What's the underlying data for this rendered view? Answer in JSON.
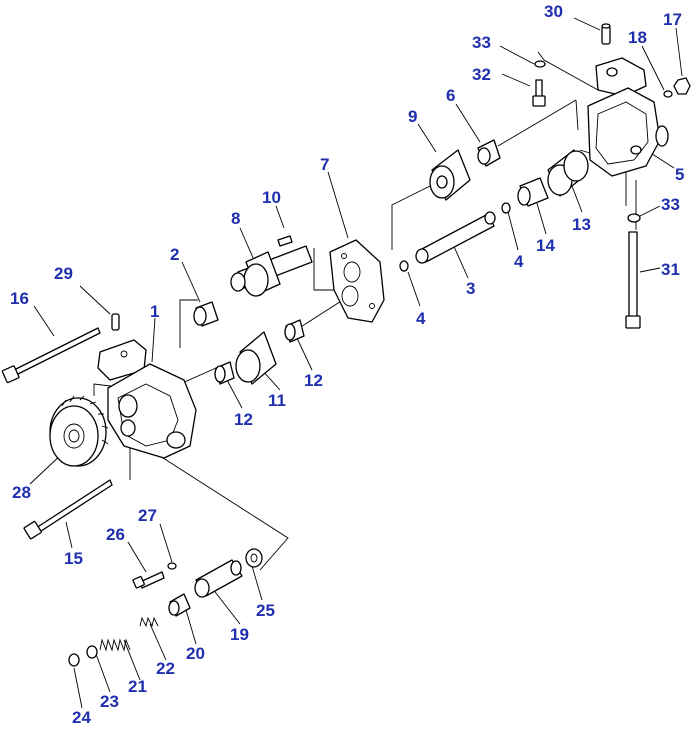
{
  "colors": {
    "callout": "#1f2fae",
    "line": "#000000",
    "background": "#ffffff"
  },
  "callouts": {
    "c1": "1",
    "c2": "2",
    "c3": "3",
    "c4a": "4",
    "c4b": "4",
    "c5": "5",
    "c6": "6",
    "c7": "7",
    "c8": "8",
    "c9": "9",
    "c10": "10",
    "c11": "11",
    "c12a": "12",
    "c12b": "12",
    "c13": "13",
    "c14": "14",
    "c15": "15",
    "c16": "16",
    "c17": "17",
    "c18": "18",
    "c19": "19",
    "c20": "20",
    "c21": "21",
    "c22": "22",
    "c23": "23",
    "c24": "24",
    "c25": "25",
    "c26": "26",
    "c27": "27",
    "c28": "28",
    "c29": "29",
    "c30": "30",
    "c31": "31",
    "c32": "32",
    "c33a": "33",
    "c33b": "33"
  }
}
